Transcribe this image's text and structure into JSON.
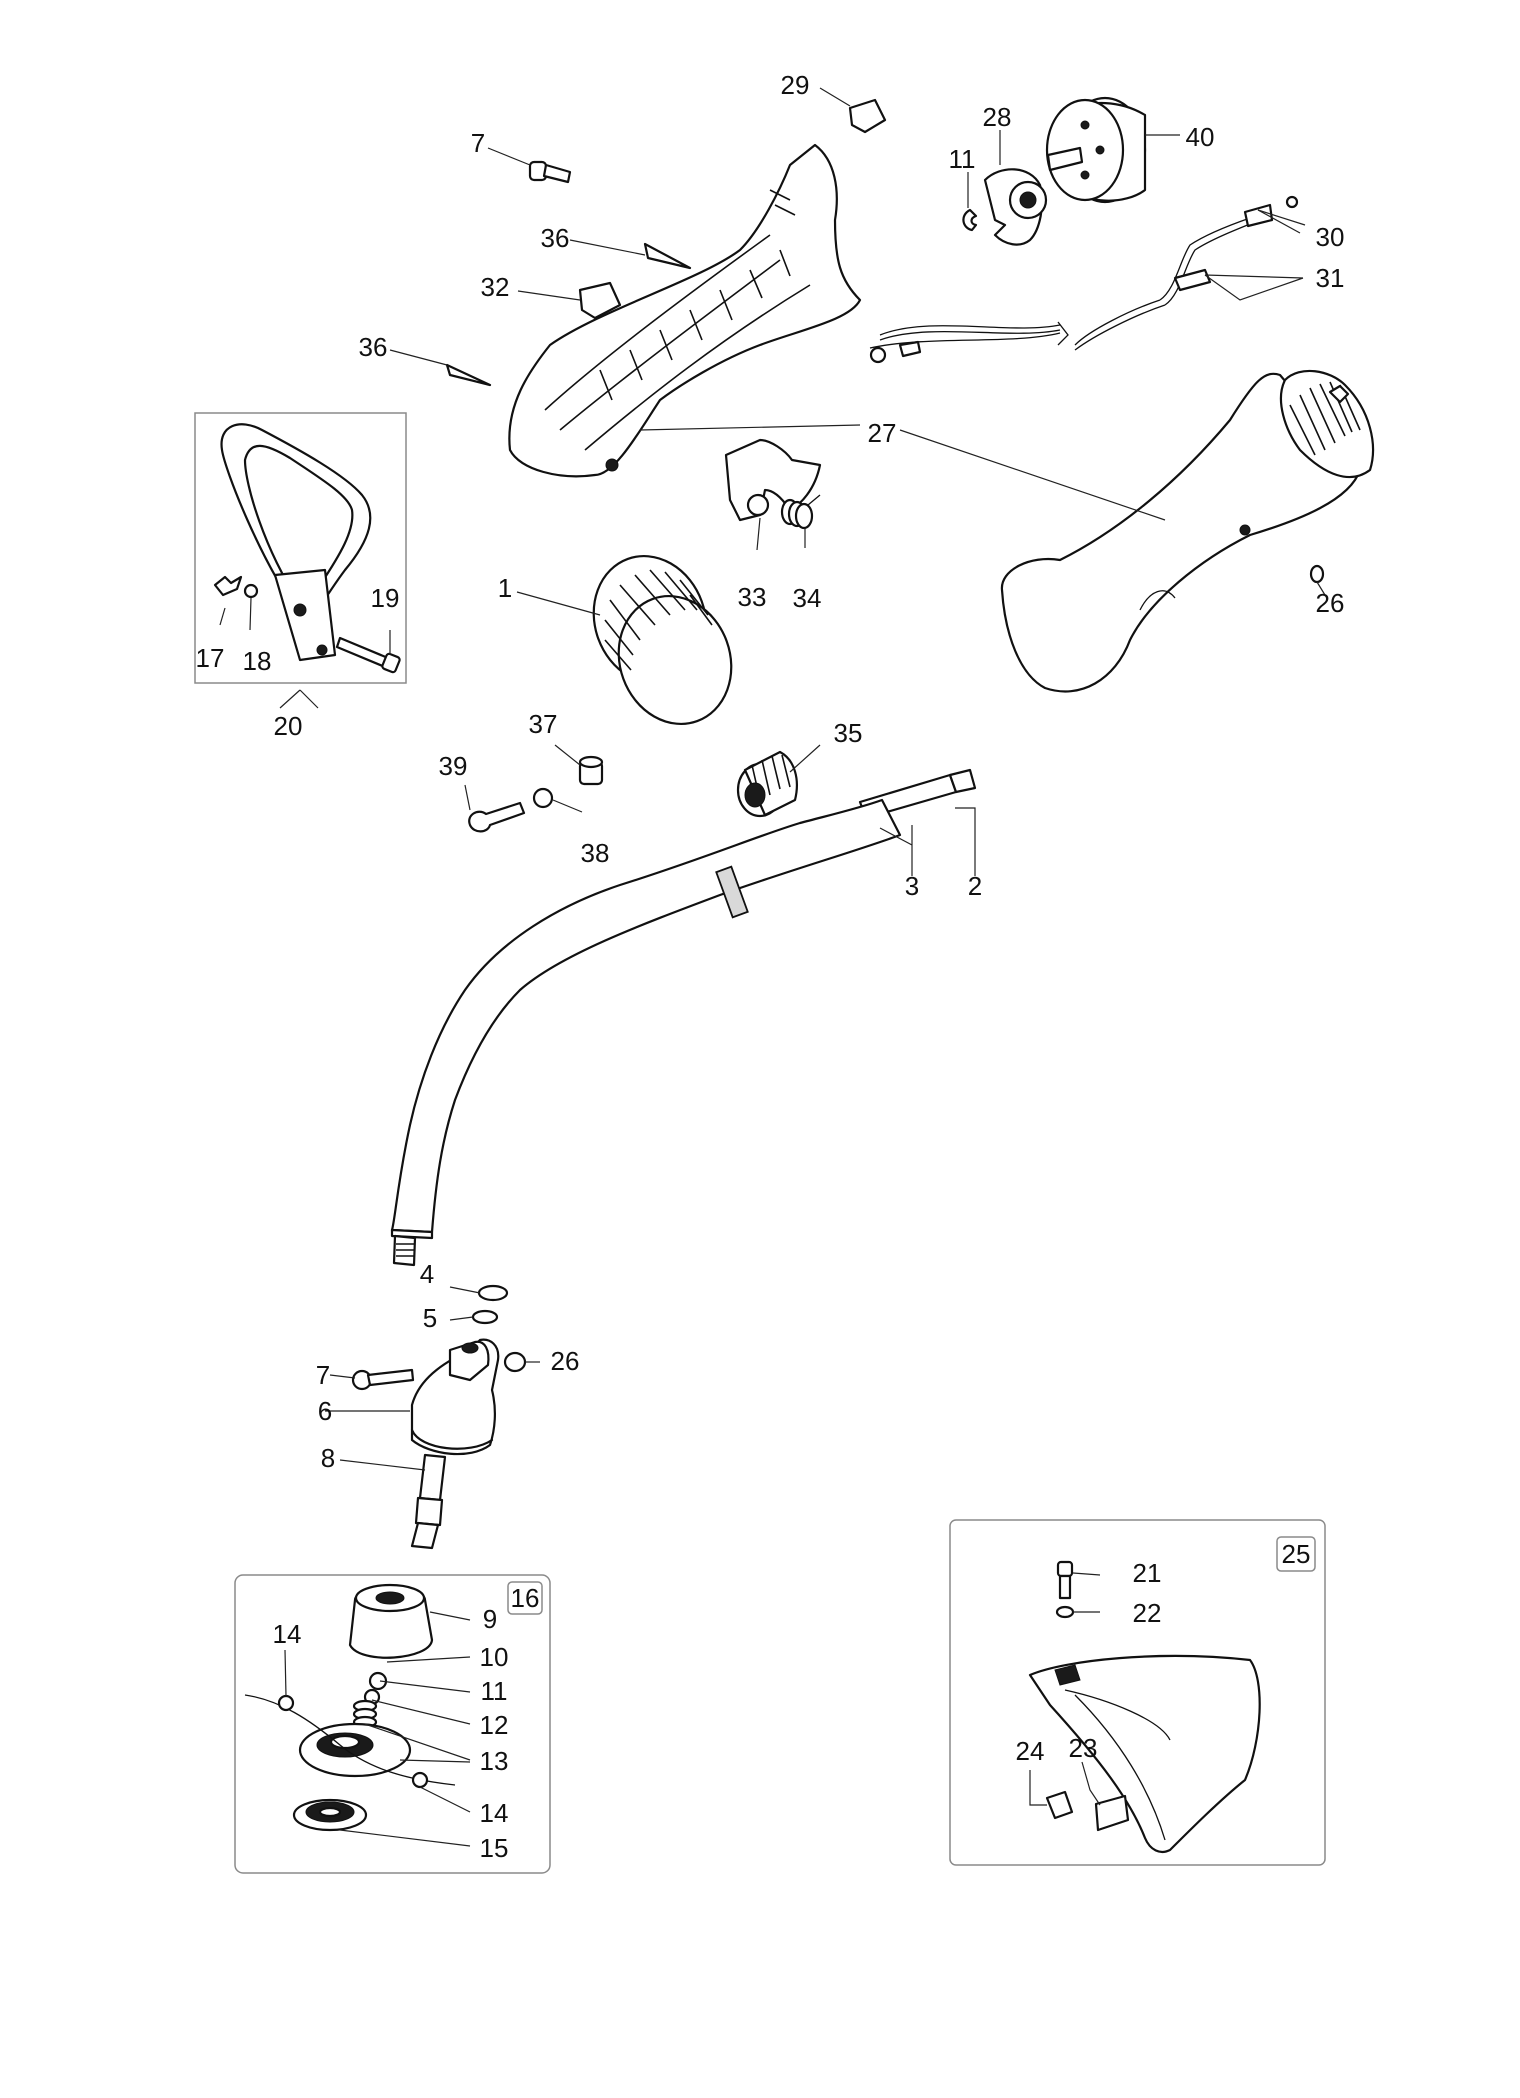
{
  "callouts": {
    "c1": "1",
    "c2": "2",
    "c3": "3",
    "c4": "4",
    "c5": "5",
    "c6": "6",
    "c7a": "7",
    "c7b": "7",
    "c8": "8",
    "c9": "9",
    "c10": "10",
    "c11a": "11",
    "c11b": "11",
    "c12": "12",
    "c13": "13",
    "c14a": "14",
    "c14b": "14",
    "c15": "15",
    "c17": "17",
    "c18": "18",
    "c19": "19",
    "c20": "20",
    "c21": "21",
    "c22": "22",
    "c23": "23",
    "c24": "24",
    "c26a": "26",
    "c26b": "26",
    "c27": "27",
    "c28": "28",
    "c29": "29",
    "c30": "30",
    "c31": "31",
    "c32": "32",
    "c33": "33",
    "c34": "34",
    "c35": "35",
    "c36a": "36",
    "c36b": "36",
    "c37": "37",
    "c38": "38",
    "c39": "39",
    "c40": "40"
  },
  "boxes": {
    "head_kit": "16",
    "guard_kit": "25"
  }
}
